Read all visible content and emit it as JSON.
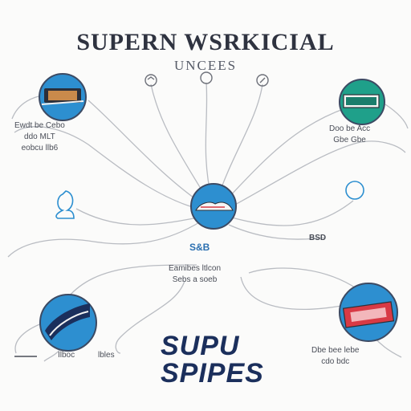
{
  "title": "SUPERN WSRKICIAL",
  "subtitle": "UNCEES",
  "center_label": "S&B",
  "bottom_title_line1": "SUPU",
  "bottom_title_line2": "SPIPES",
  "left_top_label": [
    "Ewdt be Cebo",
    "ddo MLT",
    "eobcu llb6"
  ],
  "right_top_label": [
    "Doo be Acc",
    "Gbe Gbe"
  ],
  "right_mid_label": "BSD",
  "center_text": [
    "Eamibes ltlcon",
    "Sebs a soeb"
  ],
  "bottom_left_label_a": "Ilboc",
  "bottom_left_label_b": "lbles",
  "bottom_right_label": [
    "Dbe bee lebe",
    "cdo bdc"
  ],
  "colors": {
    "line": "#b9bcc2",
    "node_ring": "#3c4a63",
    "blue": "#2d8fd0",
    "teal": "#1fa08a",
    "navy": "#1b2f5c",
    "red": "#d83a45"
  },
  "icons": [
    "laptop-node-icon",
    "banner-node-icon",
    "shoe-node-icon",
    "shield-node-icon",
    "flag-node-icon",
    "person-outline-icon",
    "circle-outline-icon",
    "pin-icon"
  ]
}
